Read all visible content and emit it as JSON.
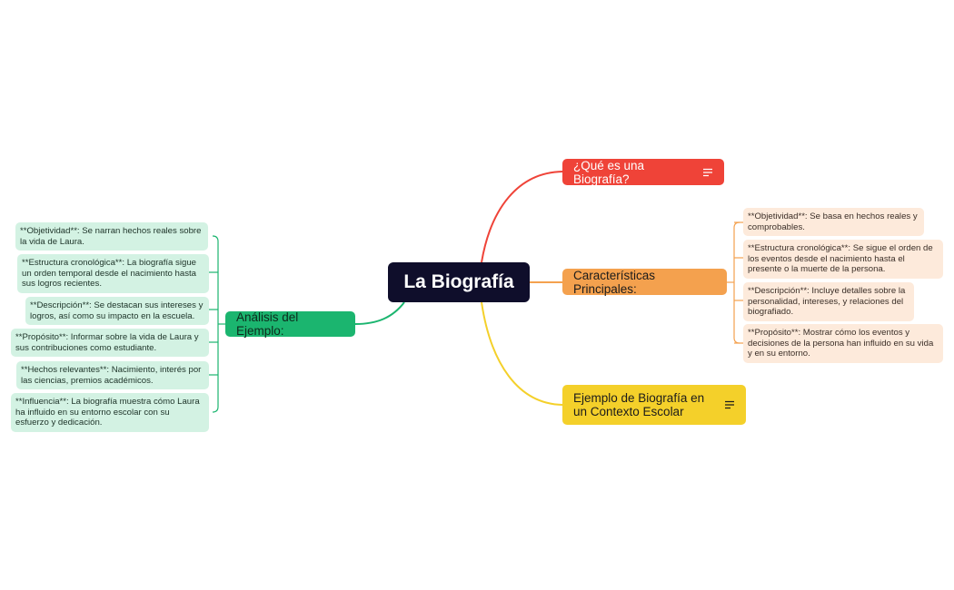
{
  "central": {
    "title": "La Biografía"
  },
  "colors": {
    "central": "#0f0e2b",
    "que": "#ef4338",
    "caracteristicas": "#f4a14e",
    "ejemplo": "#f4d02a",
    "analisis": "#1bb56f",
    "leaf_right": "#fdeadb",
    "leaf_left": "#d3f2e3"
  },
  "branches": {
    "que": {
      "label": "¿Qué es una Biografía?",
      "icon": "notes-icon"
    },
    "caracteristicas": {
      "label": "Características Principales:",
      "items": [
        "**Objetividad**: Se basa en hechos reales y comprobables.",
        "**Estructura cronológica**: Se sigue el orden de los eventos desde el nacimiento hasta el presente o la muerte de la persona.",
        "**Descripción**: Incluye detalles sobre la personalidad, intereses, y relaciones del biografiado.",
        "**Propósito**: Mostrar cómo los eventos y decisiones de la persona han influido en su vida y en su entorno."
      ]
    },
    "ejemplo": {
      "label": "Ejemplo de Biografía en un Contexto Escolar",
      "icon": "notes-icon"
    },
    "analisis": {
      "label": "Análisis del Ejemplo:",
      "items": [
        "**Objetividad**: Se narran hechos reales sobre la vida de Laura.",
        "**Estructura cronológica**: La biografía sigue un orden temporal desde el nacimiento hasta sus logros recientes.",
        "**Descripción**: Se destacan sus intereses y logros, así como su impacto en la escuela.",
        "**Propósito**: Informar sobre la vida de Laura y sus contribuciones como estudiante.",
        "**Hechos relevantes**: Nacimiento, interés por las ciencias, premios académicos.",
        "**Influencia**: La biografía muestra cómo Laura ha influido en su entorno escolar con su esfuerzo y dedicación."
      ]
    }
  }
}
